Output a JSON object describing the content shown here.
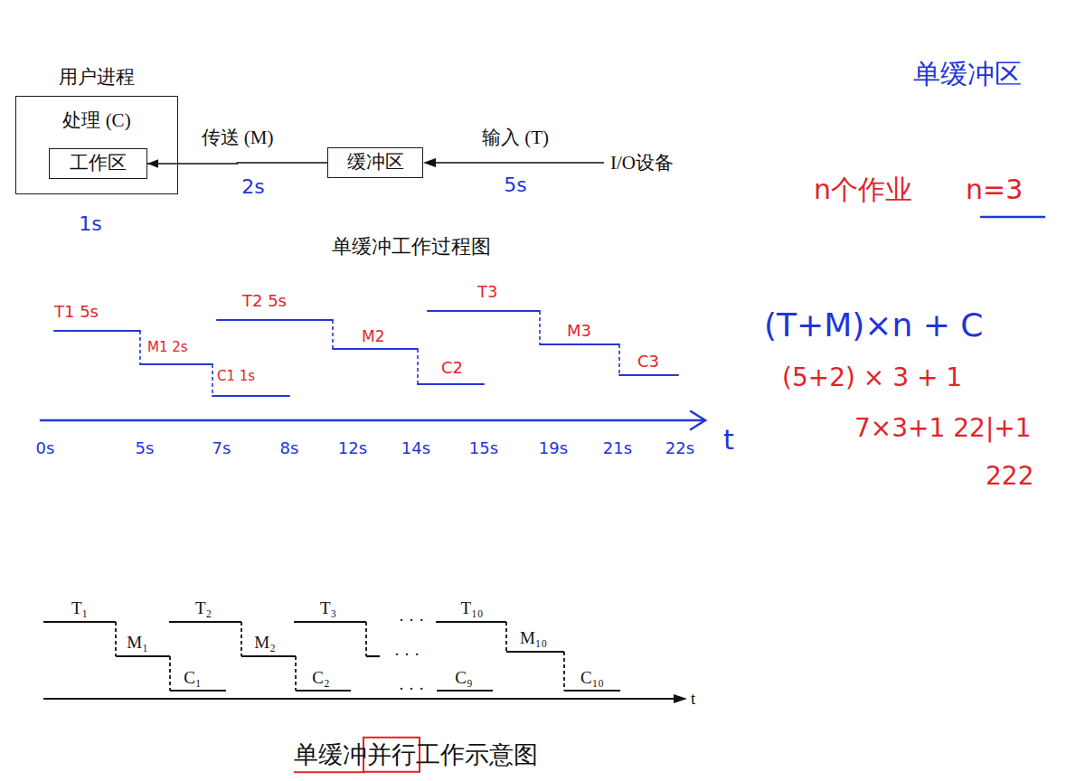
{
  "diagram": {
    "caption": "单缓冲并行工作示意图",
    "nodes": [
      {
        "text": [
          "用户进程",
          "处理 (C)"
        ]
      },
      {
        "text": [
          "工作区"
        ],
        "in": 0
      },
      {
        "text": [
          "缓冲区"
        ]
      }
    ],
    "edges": [
      {
        "from": 2,
        "to": 1,
        "label": "传送 (M)",
        "arrow": "to"
      }
    ],
    "labels": [
      "1s",
      "2s",
      "5s",
      "输入 (T)",
      "I/O设备",
      "单缓冲工作过程图",
      "T1 5s",
      "M1 2s",
      "C1 1s",
      "T2 5s",
      "M2",
      "C2",
      "T3",
      "M3",
      "C3",
      "0s",
      "5s",
      "7s",
      "8s",
      "12s",
      "14s",
      "15s",
      "19s",
      "21s",
      "22s",
      "t",
      "单缓冲区",
      "n个作业",
      "n=3",
      "(T+M)×n + C",
      "(5+2) × 3 + 1",
      "7×3+1 22|+1",
      "222",
      "T₁",
      "M₁",
      "C₁",
      "T₂",
      "M₂",
      "C₂",
      "T₃",
      "· · ·",
      "· · ·",
      "· · ·",
      "C₉",
      "T₁₀",
      "M₁₀",
      "C₁₀",
      "t"
    ]
  }
}
